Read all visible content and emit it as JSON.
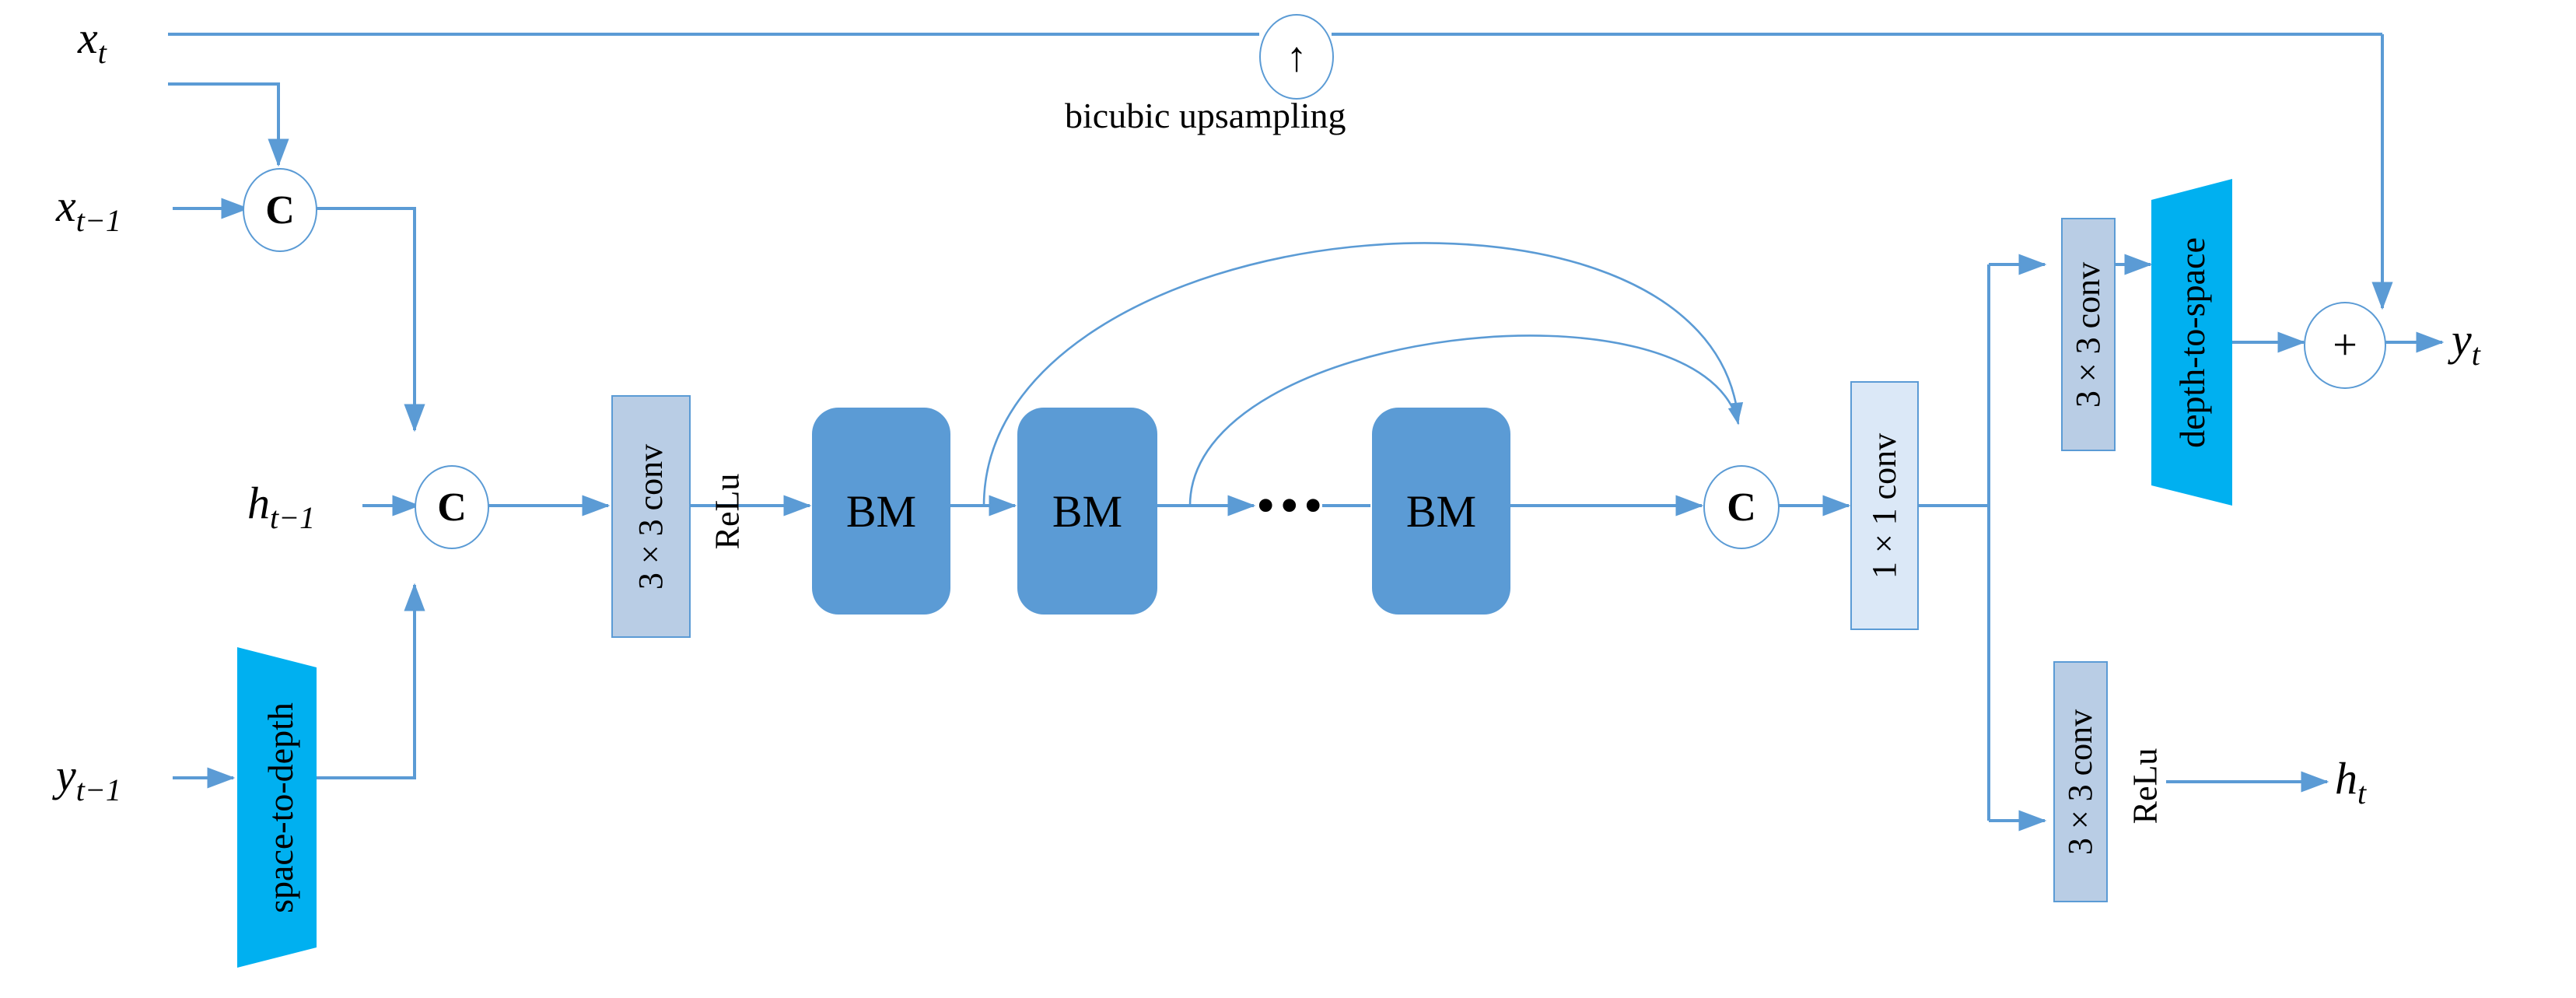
{
  "diagram": {
    "title": "recurrent video super-resolution network architecture",
    "colors": {
      "wire": "#5b9bd5",
      "bm_fill": "#5b9bd5",
      "conv_fill_medium": "#b9cde5",
      "conv_fill_light": "#dbe8f7",
      "trapezoid_fill": "#00b0f0",
      "node_stroke": "#5b9bd5",
      "text": "#000000",
      "background": "#ffffff"
    },
    "inputs": [
      {
        "id": "x_t",
        "base": "x",
        "sub": "t",
        "label": "x_t"
      },
      {
        "id": "x_tm1",
        "base": "x",
        "sub": "t−1",
        "label": "x_t-1"
      },
      {
        "id": "h_tm1",
        "base": "h",
        "sub": "t−1",
        "label": "h_t-1"
      },
      {
        "id": "y_tm1",
        "base": "y",
        "sub": "t−1",
        "label": "y_t-1"
      }
    ],
    "outputs": [
      {
        "id": "y_t",
        "base": "y",
        "sub": "t",
        "label": "y_t"
      },
      {
        "id": "h_t",
        "base": "h",
        "sub": "t",
        "label": "h_t"
      }
    ],
    "nodes": [
      {
        "id": "concat1",
        "glyph": "C",
        "name": "concat-node-1"
      },
      {
        "id": "concat2",
        "glyph": "C",
        "name": "concat-node-2"
      },
      {
        "id": "concat3",
        "glyph": "C",
        "name": "concat-node-3"
      },
      {
        "id": "upsample",
        "glyph": "↑",
        "name": "upsample-node"
      },
      {
        "id": "add",
        "glyph": "+",
        "name": "add-node"
      }
    ],
    "captions": {
      "bicubic_upsampling": "bicubic upsampling"
    },
    "blocks": {
      "space_to_depth": "space-to-depth",
      "depth_to_space": "depth-to-space",
      "conv3x3": "3 × 3 conv",
      "conv1x1": "1 × 1 conv",
      "relu": "ReLu",
      "bm": "BM",
      "ellipsis": "•••"
    },
    "bm_chain": [
      {
        "label": "BM"
      },
      {
        "label": "BM"
      },
      {
        "label": "BM"
      }
    ],
    "conv_boxes": [
      {
        "id": "conv_head",
        "label": "3 × 3 conv",
        "activation": "ReLu",
        "fill": "medium"
      },
      {
        "id": "conv_merge",
        "label": "1 × 1 conv",
        "activation": "",
        "fill": "light"
      },
      {
        "id": "conv_recon",
        "label": "3 × 3 conv",
        "activation": "",
        "fill": "medium"
      },
      {
        "id": "conv_hidden",
        "label": "3 × 3 conv",
        "activation": "ReLu",
        "fill": "medium"
      }
    ]
  }
}
